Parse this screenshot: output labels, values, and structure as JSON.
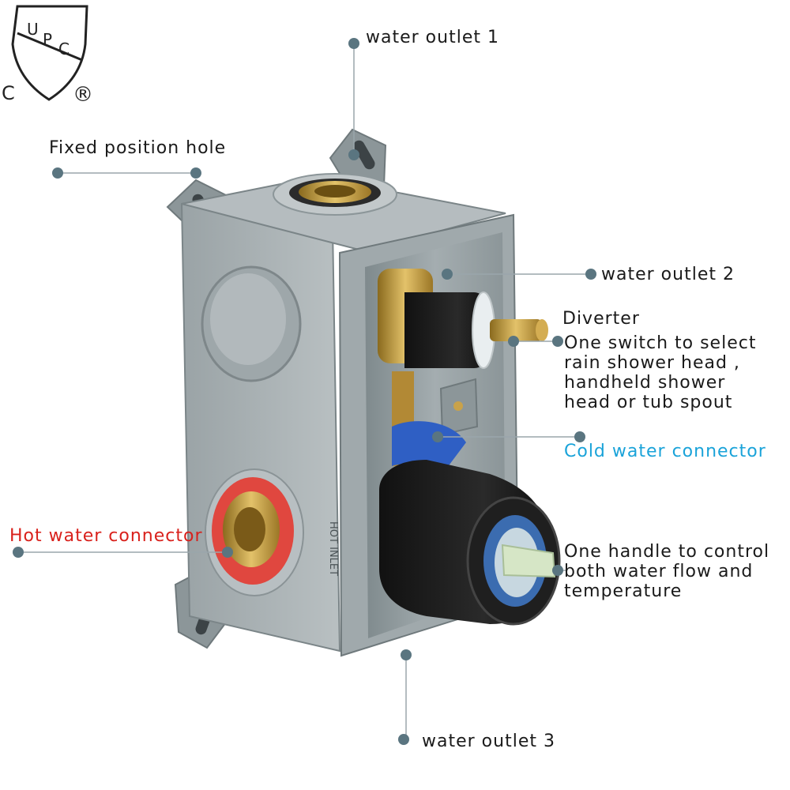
{
  "certification": {
    "shield_text": "UPC",
    "left_letter": "C",
    "registered_mark": "®"
  },
  "labels": {
    "water_outlet_1": "water outlet 1",
    "fixed_position_hole": "Fixed position hole",
    "water_outlet_2": "water outlet 2",
    "diverter_title": "Diverter",
    "diverter_desc": [
      "One switch to select",
      "rain shower head ,",
      "handheld shower",
      "head or tub spout"
    ],
    "cold_water_connector": "Cold water connector",
    "hot_water_connector": "Hot water connector",
    "handle_desc": [
      "One handle to control",
      "both water flow and",
      "temperature"
    ],
    "water_outlet_3": "water outlet 3",
    "hot_inlet_marking": "HOT INLET"
  },
  "colors": {
    "hot_label": "#d9211c",
    "cold_label": "#1aa3d9",
    "pointer_dot": "#5a7580",
    "box_body": "#8f999c",
    "brass": "#c9a24a",
    "red_ring": "#e0473f"
  }
}
